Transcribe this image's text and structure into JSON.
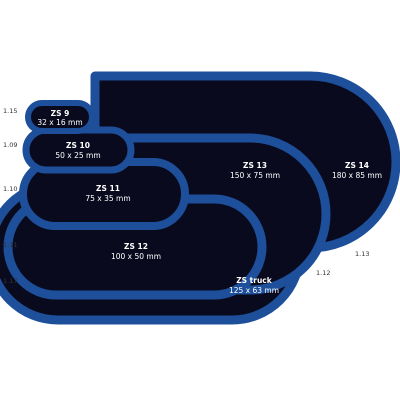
{
  "colors": {
    "border": "#1d4f9a",
    "fill": "#0a0a1e",
    "background": "#ffffff"
  },
  "patches": [
    {
      "code": "ZS 14",
      "size": "180 x 85 mm"
    },
    {
      "code": "ZS truck",
      "size": "125 x 63 mm"
    },
    {
      "code": "ZS 13",
      "size": "150 x 75 mm"
    },
    {
      "code": "ZS 12",
      "size": "100 x 50 mm"
    },
    {
      "code": "ZS 11",
      "size": "75 x 35 mm"
    },
    {
      "code": "ZS 10",
      "size": "50 x 25 mm"
    },
    {
      "code": "ZS 9",
      "size": "32 x 16 mm"
    }
  ],
  "side_labels": [
    "1.15",
    "1.09",
    "1.10",
    "1.11",
    "1.17",
    "1.13",
    "1.12"
  ]
}
